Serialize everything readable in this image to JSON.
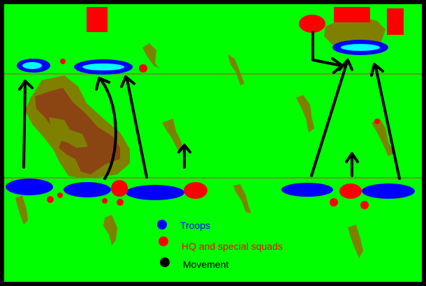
{
  "colors": {
    "field": "#00ff00",
    "frame": "#000000",
    "terrain_light": "#808000",
    "terrain_dark": "#8b4513",
    "troops_fill": "#0000ff",
    "troops_highlight": "#00ffff",
    "hq": "#ff0000",
    "movement": "#000000",
    "phase_line": "#cc3333"
  },
  "legend": [
    {
      "label": "Troops",
      "color": "#0000ff",
      "text_color": "#0000ff",
      "icon": "blue-dot-icon"
    },
    {
      "label": "HQ and special squads",
      "color": "#ff0000",
      "text_color": "#ff0000",
      "icon": "red-dot-icon"
    },
    {
      "label": "Movement",
      "color": "#000000",
      "text_color": "#000000",
      "icon": "black-dot-icon"
    }
  ]
}
